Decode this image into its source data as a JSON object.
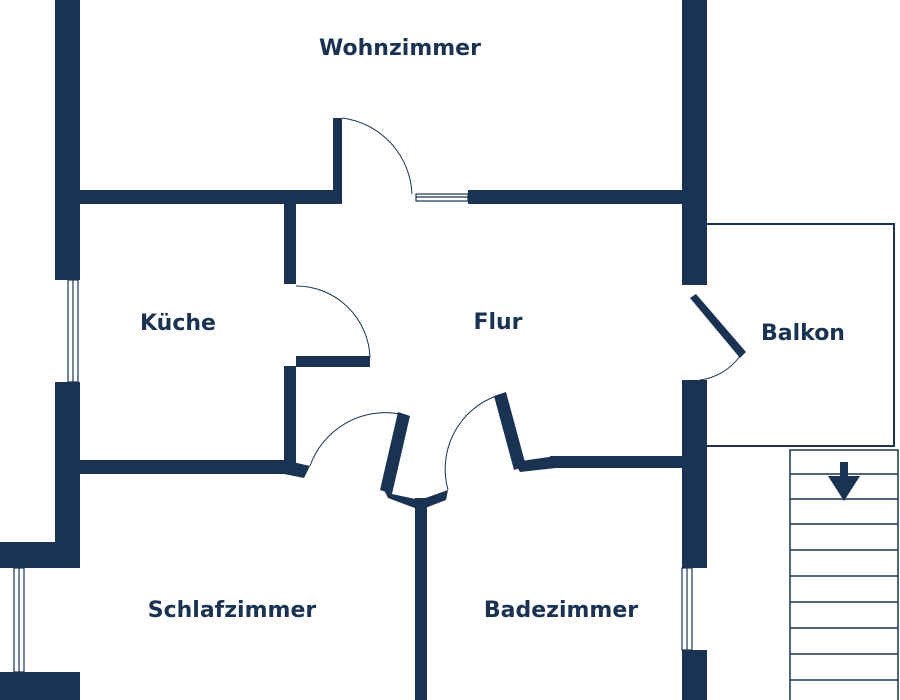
{
  "colors": {
    "wall": "#1a3352",
    "line": "#1a3352",
    "background": "#ffffff",
    "text": "#1a3352"
  },
  "rooms": {
    "wohnzimmer": "Wohnzimmer",
    "kueche": "Küche",
    "flur": "Flur",
    "balkon": "Balkon",
    "schlafzimmer": "Schlafzimmer",
    "badezimmer": "Badezimmer"
  },
  "stairs": {
    "direction_icon": "arrow-down-icon"
  }
}
